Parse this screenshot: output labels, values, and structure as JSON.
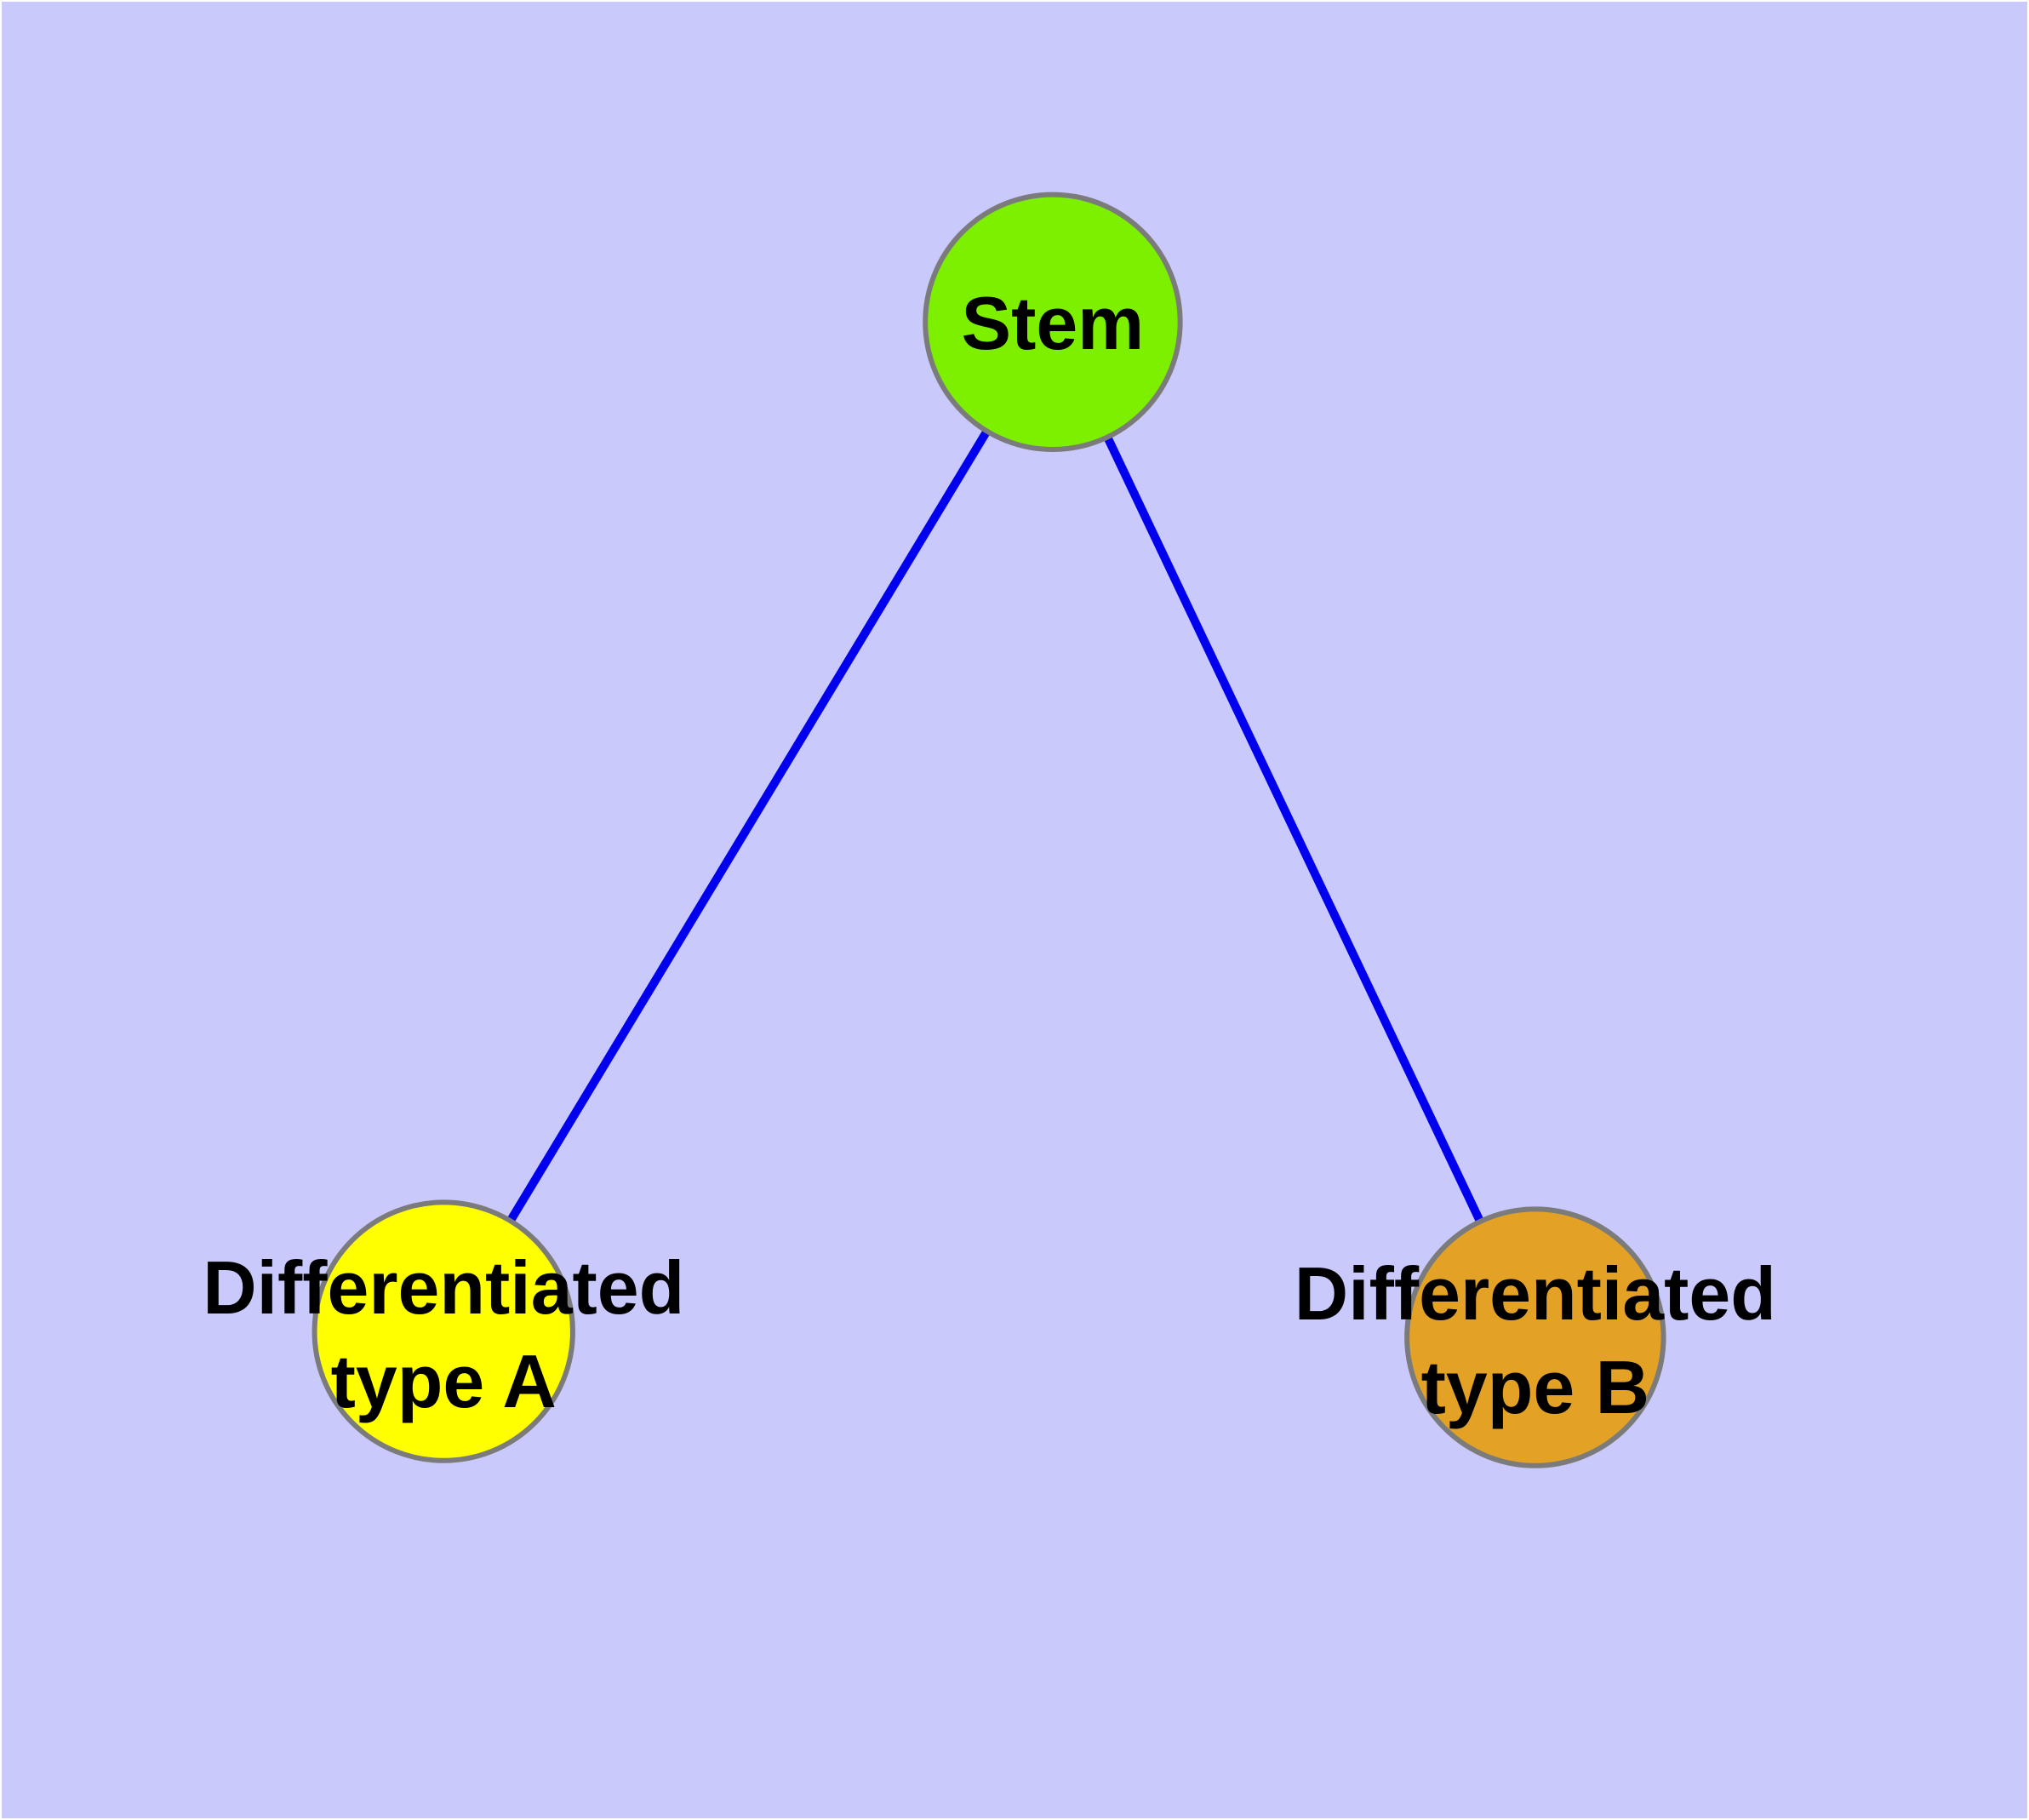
{
  "diagram": {
    "type": "graph",
    "theme": {
      "background": "#C9C9FB",
      "edge": "#0000EE",
      "node_border": "#7B7B7B",
      "label": "#000000"
    },
    "nodes": [
      {
        "id": "stem",
        "label": "Stem",
        "label_line1": "Stem",
        "label_line2": "",
        "color": "#7DF000"
      },
      {
        "id": "differentiated-type-a",
        "label": "Differentiated type A",
        "label_line1": "Differentiated",
        "label_line2": "type A",
        "color": "#FFFF00"
      },
      {
        "id": "differentiated-type-b",
        "label": "Differentiated type B",
        "label_line1": "Differentiated",
        "label_line2": "type B",
        "color": "#E3A226"
      }
    ],
    "edges": [
      {
        "from": "stem",
        "to": "differentiated-type-a"
      },
      {
        "from": "stem",
        "to": "differentiated-type-b"
      }
    ]
  }
}
